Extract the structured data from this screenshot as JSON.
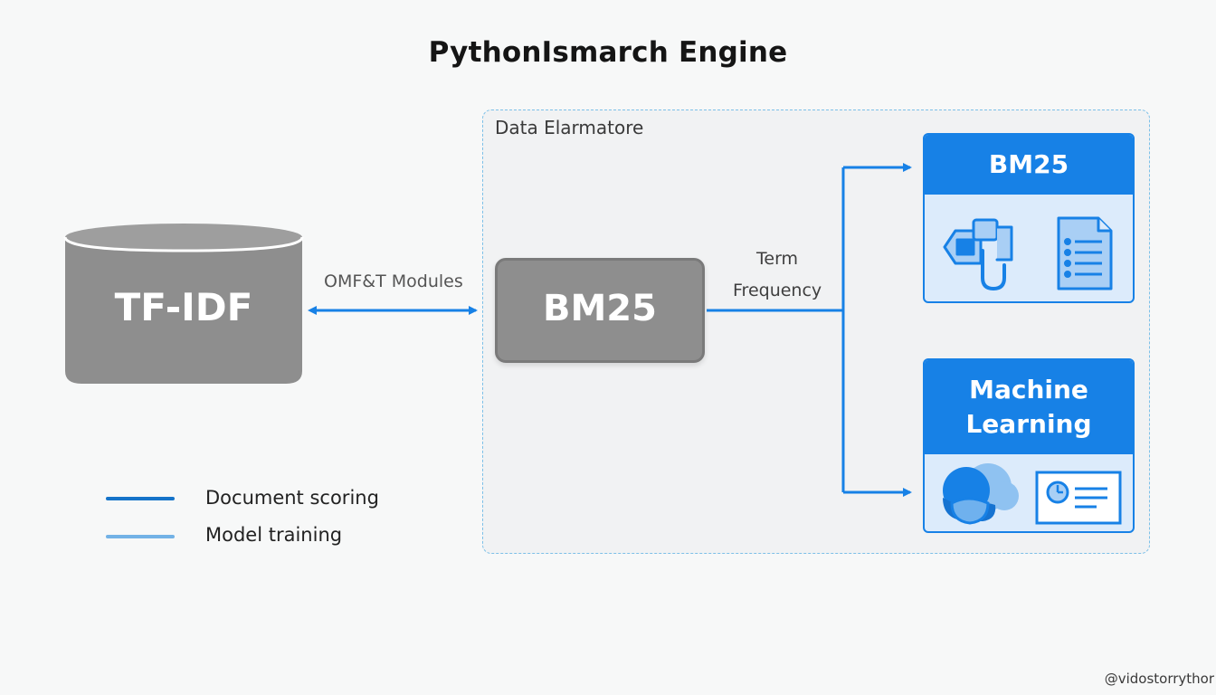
{
  "title": "PythonIsmarch Engine",
  "cluster": {
    "label": "Data Elarmatore"
  },
  "nodes": {
    "database": {
      "label": "TF-IDF"
    },
    "center": {
      "label": "BM25"
    },
    "card_top": {
      "title": "BM25"
    },
    "card_bottom": {
      "title_line1": "Machine",
      "title_line2": "Learning"
    }
  },
  "edges": {
    "modules_label": "OMF&T Modules",
    "term_label_line1": "Term",
    "term_label_line2": "Frequency"
  },
  "legend": {
    "items": [
      {
        "label": "Document scoring",
        "color": "#1573c9"
      },
      {
        "label": "Model training",
        "color": "#73b2e6"
      }
    ]
  },
  "watermark": "@vidostorrythor",
  "colors": {
    "accent_blue": "#1781e6",
    "card_fill": "#dcebfb",
    "node_gray": "#8e8e8e",
    "cluster_border": "#7cc0e8"
  }
}
